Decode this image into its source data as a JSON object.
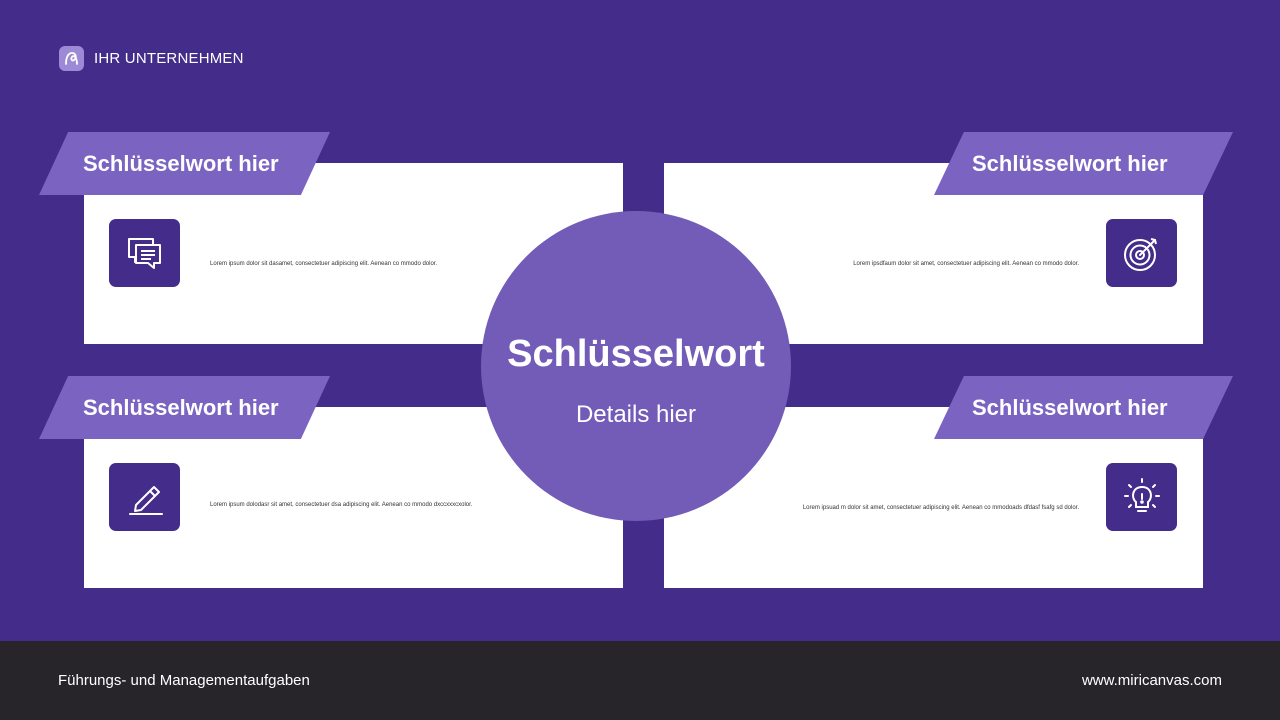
{
  "brand": {
    "name": "IHR UNTERNEHMEN",
    "logo_icon": "swirl-logo-icon"
  },
  "center": {
    "title": "Schlüsselwort",
    "subtitle": "Details hier"
  },
  "cards": [
    {
      "tag": "Schlüsselwort hier",
      "icon": "chat-bubbles-icon",
      "text": "Lorem ipsum dolor sit dasamet, consectetuer adipiscing elit. Aenean co mmodo dolor."
    },
    {
      "tag": "Schlüsselwort hier",
      "icon": "target-icon",
      "text": "Lorem ipsdfaum dolor sit amet, consectetuer adipiscing elit. Aenean co mmodo dolor."
    },
    {
      "tag": "Schlüsselwort hier",
      "icon": "pencil-icon",
      "text": "Lorem ipsum dolodasr sit amet, consectetuer dsa adipiscing elit. Aenean co mmodo dxccxxxcxolor."
    },
    {
      "tag": "Schlüsselwort hier",
      "icon": "lightbulb-icon",
      "text": "Lorem ipsuad m dolor sit amet, consectetuer adipiscing elit. Aenean co mmodoads dfdasf fsafg sd dolor."
    }
  ],
  "footer": {
    "left": "Führungs- und Managementaufgaben",
    "right": "www.miricanvas.com"
  },
  "colors": {
    "background": "#432c8a",
    "accent": "#7b63c2",
    "circle": "#735bb8",
    "footer": "#27252a"
  }
}
